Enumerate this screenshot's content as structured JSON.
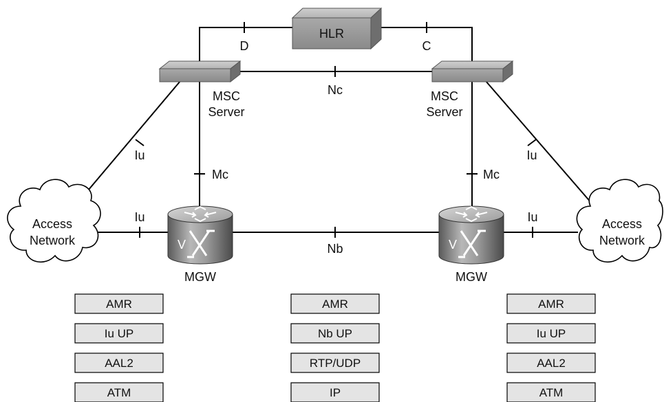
{
  "nodes": {
    "hlr": "HLR",
    "msc_left": [
      "MSC",
      "Server"
    ],
    "msc_right": [
      "MSC",
      "Server"
    ],
    "mgw_left": "MGW",
    "mgw_right": "MGW",
    "mgw_symbol": "V",
    "access_left": [
      "Access",
      "Network"
    ],
    "access_right": [
      "Access",
      "Network"
    ]
  },
  "interfaces": {
    "d": "D",
    "c": "C",
    "nc": "Nc",
    "iu_left_upper": "Iu",
    "iu_right_upper": "Iu",
    "mc_left": "Mc",
    "mc_right": "Mc",
    "iu_left_lower": "Iu",
    "iu_right_lower": "Iu",
    "nb": "Nb"
  },
  "stacks": {
    "left": [
      "AMR",
      "Iu UP",
      "AAL2",
      "ATM"
    ],
    "middle": [
      "AMR",
      "Nb UP",
      "RTP/UDP",
      "IP"
    ],
    "right": [
      "AMR",
      "Iu UP",
      "AAL2",
      "ATM"
    ]
  }
}
